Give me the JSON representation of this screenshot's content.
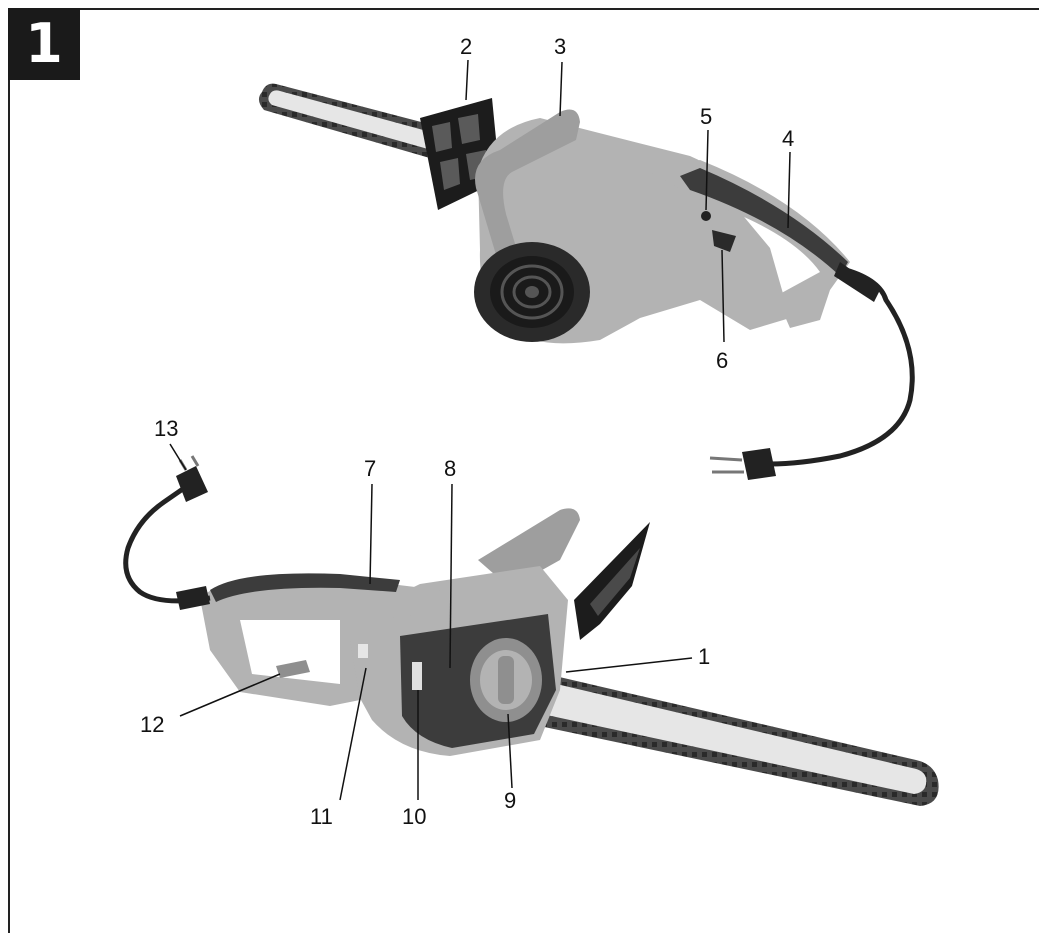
{
  "figure": {
    "number": "1"
  },
  "colors": {
    "body": "#b3b3b3",
    "body_dark": "#8f8f8f",
    "rubber": "#3c3c3c",
    "black": "#1c1c1c",
    "bar": "#e6e6e6",
    "chain": "#4a4a4a"
  },
  "callouts": [
    {
      "id": "1",
      "label": "1"
    },
    {
      "id": "2",
      "label": "2"
    },
    {
      "id": "3",
      "label": "3"
    },
    {
      "id": "4",
      "label": "4"
    },
    {
      "id": "5",
      "label": "5"
    },
    {
      "id": "6",
      "label": "6"
    },
    {
      "id": "7",
      "label": "7"
    },
    {
      "id": "8",
      "label": "8"
    },
    {
      "id": "9",
      "label": "9"
    },
    {
      "id": "10",
      "label": "10"
    },
    {
      "id": "11",
      "label": "11"
    },
    {
      "id": "12",
      "label": "12"
    },
    {
      "id": "13",
      "label": "13"
    }
  ]
}
